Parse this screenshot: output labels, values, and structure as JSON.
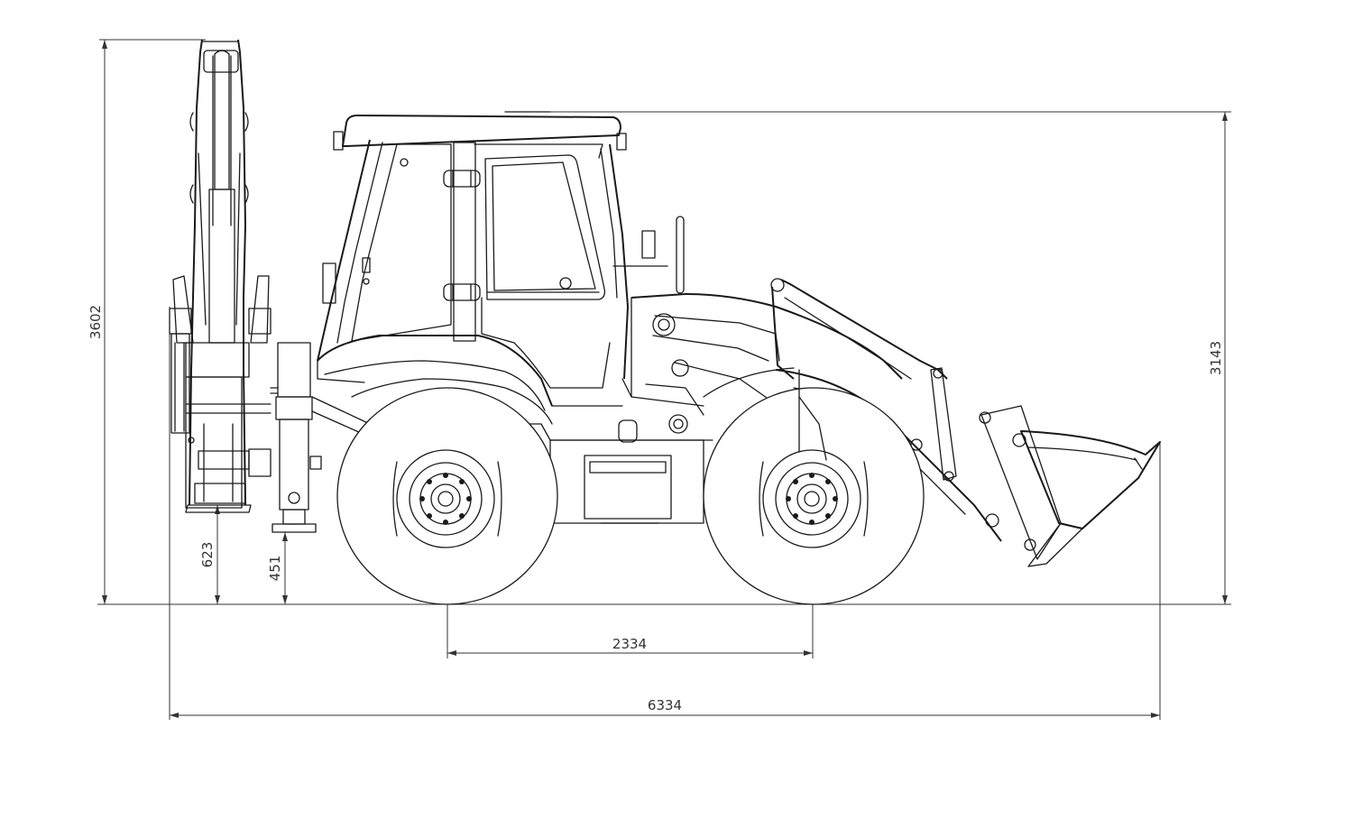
{
  "dimensions": {
    "overall_height": "3602",
    "cab_height": "3143",
    "rear_ground_clearance": "623",
    "stabilizer_clearance": "451",
    "wheelbase": "2334",
    "overall_length": "6334"
  }
}
